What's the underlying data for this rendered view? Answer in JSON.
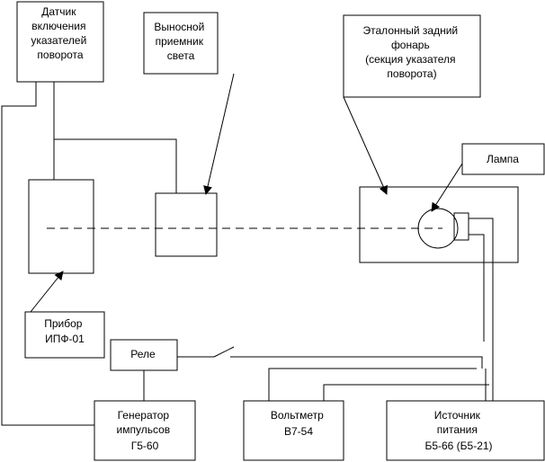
{
  "labels": {
    "sensor": [
      "Датчик",
      "включения",
      "указателей",
      "поворота"
    ],
    "receiver": [
      "Выносной",
      "приемник",
      "света"
    ],
    "lamp_ref": [
      "Эталонный задний",
      "фонарь",
      "(секция указателя",
      "поворота)"
    ],
    "lamp": "Лампа",
    "device": [
      "Прибор",
      "ИПФ-01"
    ],
    "relay": "Реле",
    "generator": [
      "Генератор",
      "импульсов",
      "Г5-60"
    ],
    "voltmeter": [
      "Вольтметр",
      "В7-54"
    ],
    "power": [
      "Источник",
      "питания",
      "Б5-66 (Б5-21)"
    ]
  }
}
